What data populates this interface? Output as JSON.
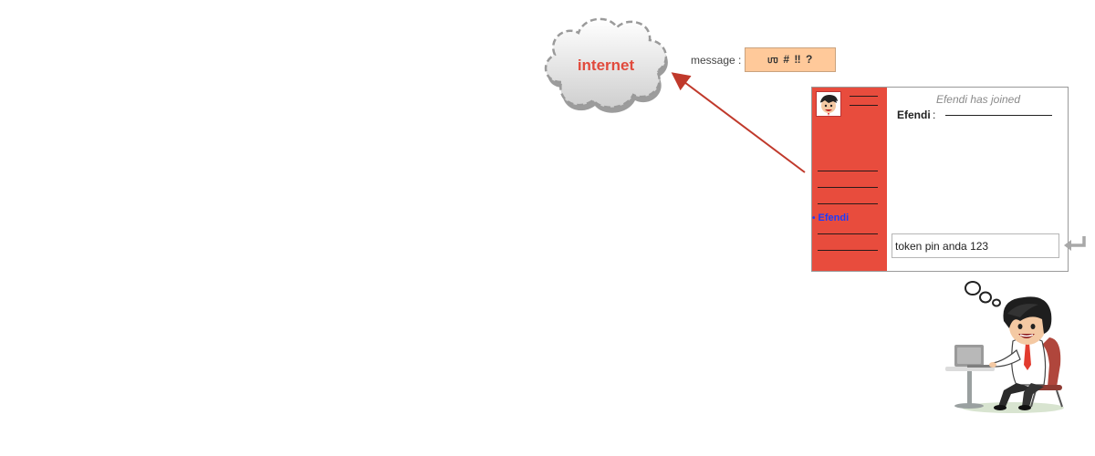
{
  "cloud": {
    "label": "internet"
  },
  "message": {
    "label": "message :",
    "value": "ஶ # ‼ ?"
  },
  "chat": {
    "join_notice": "Efendi has joined",
    "sender_name": "Efendi",
    "sender_colon": ":",
    "online_users": [
      "Efendi"
    ],
    "input_value": "token pin anda 123"
  },
  "colors": {
    "accent": "#e84c3d",
    "arrow": "#c0392b",
    "message_box": "#ffc99a",
    "cloud_text": "#e14a3c",
    "online_user": "#1a3cff"
  },
  "icons": [
    "cloud-icon",
    "avatar-icon",
    "enter-icon",
    "thought-bubble-icon",
    "person-at-laptop-illustration"
  ]
}
